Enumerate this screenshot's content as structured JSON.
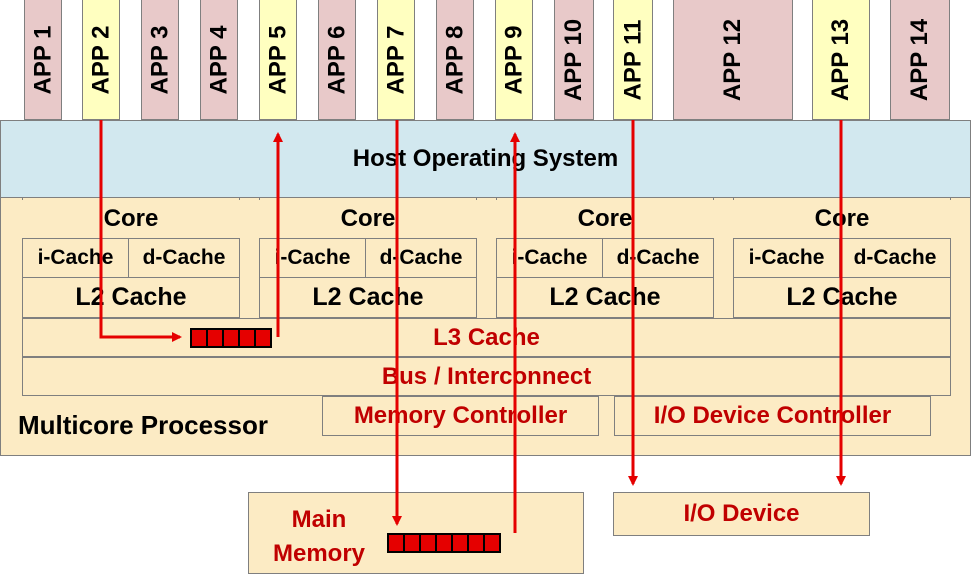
{
  "apps": [
    {
      "label": "APP 1",
      "color": "pink"
    },
    {
      "label": "APP 2",
      "color": "yellow"
    },
    {
      "label": "APP 3",
      "color": "pink"
    },
    {
      "label": "APP 4",
      "color": "pink"
    },
    {
      "label": "APP 5",
      "color": "yellow"
    },
    {
      "label": "APP 6",
      "color": "pink"
    },
    {
      "label": "APP 7",
      "color": "yellow"
    },
    {
      "label": "APP 8",
      "color": "pink"
    },
    {
      "label": "APP 9",
      "color": "yellow"
    },
    {
      "label": "APP 10",
      "color": "pink"
    },
    {
      "label": "APP 11",
      "color": "yellow"
    },
    {
      "label": "APP 12",
      "color": "pink"
    },
    {
      "label": "APP 13",
      "color": "yellow"
    },
    {
      "label": "APP 14",
      "color": "pink"
    }
  ],
  "host_os": "Host Operating System",
  "cores": [
    {
      "core": "Core",
      "icache": "i-Cache",
      "dcache": "d-Cache",
      "l2": "L2 Cache"
    },
    {
      "core": "Core",
      "icache": "i-Cache",
      "dcache": "d-Cache",
      "l2": "L2 Cache"
    },
    {
      "core": "Core",
      "icache": "i-Cache",
      "dcache": "d-Cache",
      "l2": "L2 Cache"
    },
    {
      "core": "Core",
      "icache": "i-Cache",
      "dcache": "d-Cache",
      "l2": "L2 Cache"
    }
  ],
  "l3": "L3 Cache",
  "bus": "Bus / Interconnect",
  "memory_controller": "Memory Controller",
  "io_controller": "I/O Device Controller",
  "processor_label": "Multicore Processor",
  "main_memory": "Main\nMemory",
  "io_device": "I/O Device",
  "colors": {
    "app_pink": "#e8c9c9",
    "app_yellow": "#ffffc0",
    "host_os": "#d2e8ef",
    "hardware": "#fcebc4",
    "arrow": "#e50000",
    "red_text": "#c00000"
  }
}
